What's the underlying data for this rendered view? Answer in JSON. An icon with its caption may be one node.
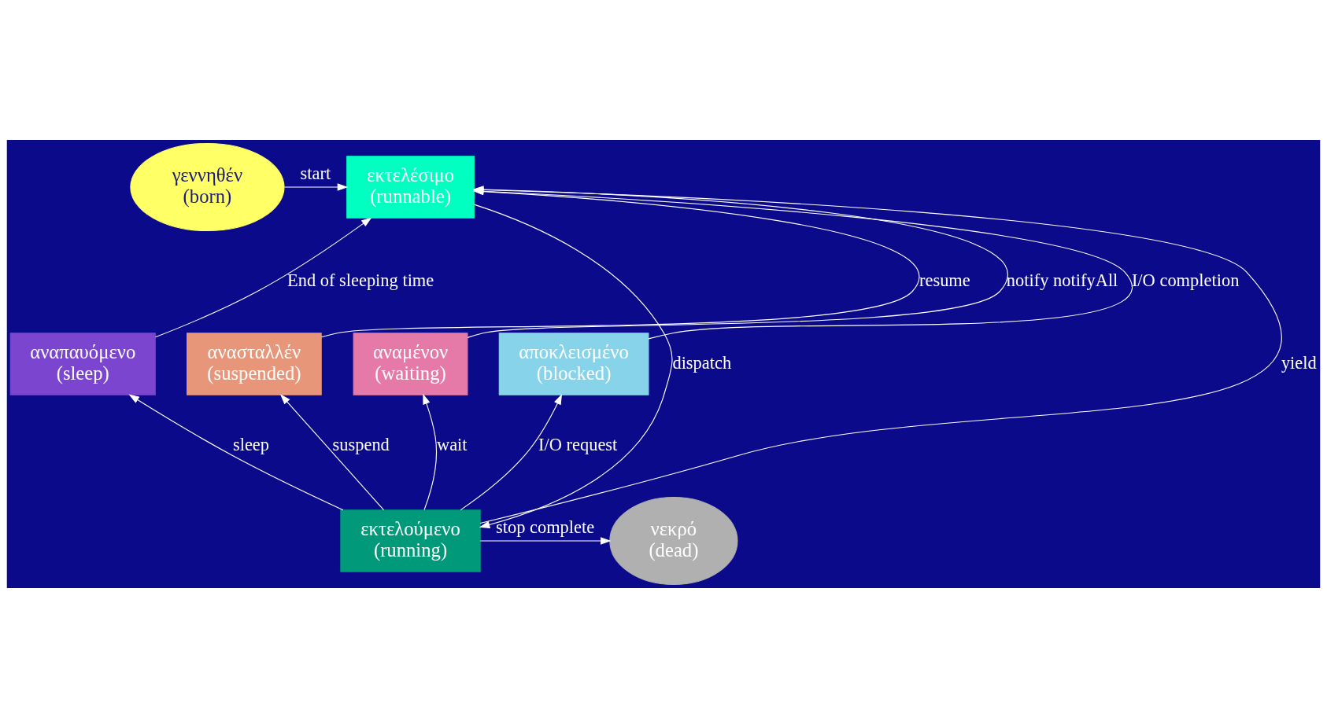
{
  "diagram": {
    "nodes": [
      {
        "text": [
          "γεννηθέν",
          "(born)"
        ]
      },
      {
        "text": [
          "εκτελέσιμο",
          "(runnable)"
        ]
      },
      {
        "text": [
          "αναπαυόμενο",
          "(sleep)"
        ]
      },
      {
        "text": [
          "ανασταλλέν",
          "(suspended)"
        ]
      },
      {
        "text": [
          "αναμένον",
          "(waiting)"
        ]
      },
      {
        "text": [
          "αποκλεισμένο",
          "(blocked)"
        ]
      },
      {
        "text": [
          "εκτελούμενο",
          "(running)"
        ]
      },
      {
        "text": [
          "νεκρό",
          "(dead)"
        ]
      }
    ],
    "edges": [
      {
        "from": 0,
        "to": 1,
        "arrow": "to",
        "label": "start"
      },
      {
        "from": 2,
        "to": 1,
        "arrow": "to",
        "label": "End of sleeping time"
      },
      {
        "from": 3,
        "to": 1,
        "arrow": "to",
        "label": "resume"
      },
      {
        "from": 6,
        "to": 1,
        "arrow": "to",
        "label": "yield"
      },
      {
        "from": 1,
        "to": 6,
        "arrow": "to",
        "label": "dispatch"
      },
      {
        "from": 4,
        "to": 1,
        "arrow": "to",
        "label": "notify notifyAll"
      },
      {
        "from": 5,
        "to": 1,
        "arrow": "to",
        "label": "I/O completion"
      },
      {
        "from": 6,
        "to": 2,
        "arrow": "to",
        "label": "sleep"
      },
      {
        "from": 6,
        "to": 3,
        "arrow": "to",
        "label": "suspend"
      },
      {
        "from": 6,
        "to": 4,
        "arrow": "to",
        "label": "wait"
      },
      {
        "from": 6,
        "to": 5,
        "arrow": "to",
        "label": "I/O request"
      },
      {
        "from": 6,
        "to": 7,
        "arrow": "to",
        "label": "stop complete"
      }
    ]
  }
}
